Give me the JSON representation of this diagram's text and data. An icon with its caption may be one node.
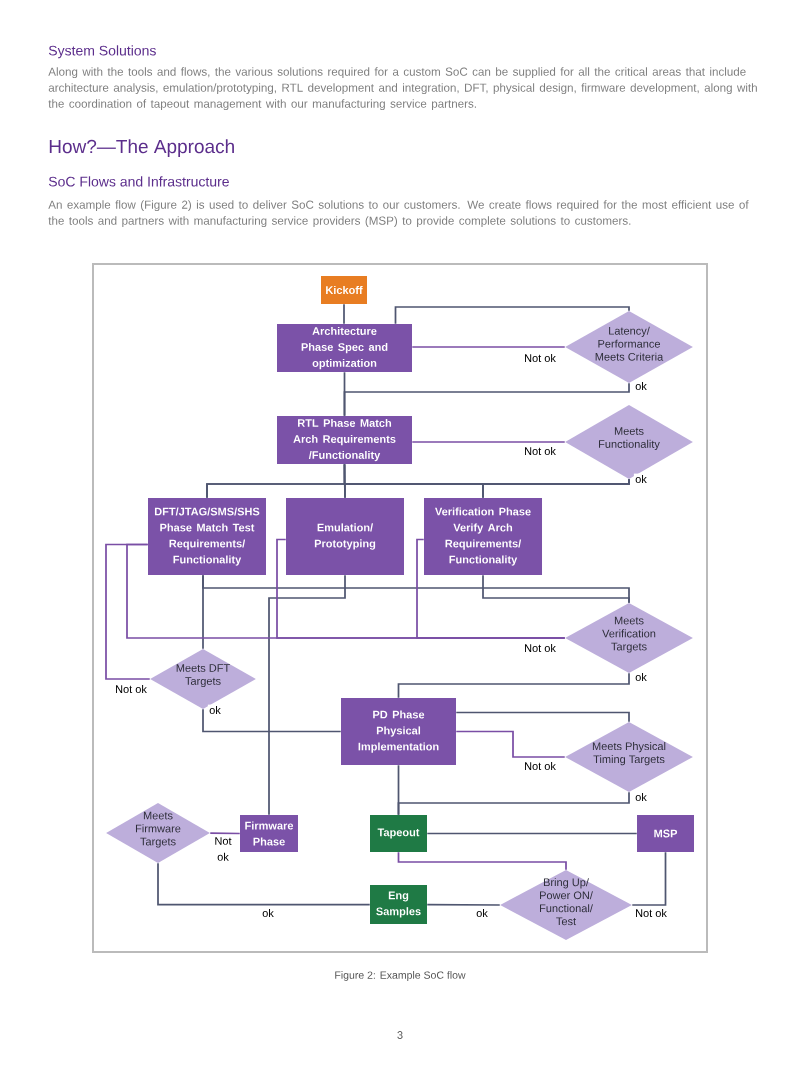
{
  "diagram": {
    "caption": "Figure 2: Example SoC flow",
    "nodes": [
      {
        "text": [
          "Kickoff"
        ]
      },
      {
        "text": [
          "Architecture Phase Spec and optimization"
        ]
      },
      {
        "text": [
          "Latency/ Performance Meets Criteria"
        ]
      },
      {
        "text": [
          "RTL Phase Match Arch Requirements /Functionality"
        ]
      },
      {
        "text": [
          "Meets Functionality"
        ]
      },
      {
        "text": [
          "DFT/JTAG/SMS/SHS Phase Match Test Requirements/ Functionality"
        ]
      },
      {
        "text": [
          "Emulation/ Prototyping"
        ]
      },
      {
        "text": [
          "Verification Phase Verify Arch Requirements/ Functionality"
        ]
      },
      {
        "text": [
          "Meets Verification Targets"
        ]
      },
      {
        "text": [
          "Meets DFT Targets"
        ]
      },
      {
        "text": [
          "PD Phase Physical Implementation"
        ]
      },
      {
        "text": [
          "Meets Physical Timing Targets"
        ]
      },
      {
        "text": [
          "Meets Firmware Targets"
        ]
      },
      {
        "text": [
          "Firmware Phase"
        ]
      },
      {
        "text": [
          "Tapeout"
        ]
      },
      {
        "text": [
          "MSP"
        ]
      },
      {
        "text": [
          "Eng Samples"
        ]
      },
      {
        "text": [
          "Bring Up/ Power ON/ Functional/ Test"
        ]
      }
    ],
    "edges": [
      {
        "from": 0,
        "to": 1,
        "arrow": "none"
      },
      {
        "from": 1,
        "to": 2,
        "arrow": "none"
      },
      {
        "from": 2,
        "to": 1,
        "arrow": "none",
        "label": "Not ok",
        "color": "#7a4ea5"
      },
      {
        "from": 2,
        "to": 3,
        "arrow": "none",
        "label": "ok"
      },
      {
        "from": 1,
        "to": 3,
        "arrow": "none"
      },
      {
        "from": 4,
        "to": 3,
        "arrow": "none",
        "label": "Not ok",
        "color": "#7a4ea5"
      },
      {
        "from": 3,
        "to": 5,
        "arrow": "none"
      },
      {
        "from": 3,
        "to": 6,
        "arrow": "none"
      },
      {
        "from": 3,
        "to": 7,
        "arrow": "none"
      },
      {
        "from": 4,
        "to": 5,
        "arrow": "none",
        "label": "ok"
      },
      {
        "from": 4,
        "to": 6,
        "arrow": "none"
      },
      {
        "from": 4,
        "to": 7,
        "arrow": "none"
      },
      {
        "from": 5,
        "to": 9,
        "arrow": "none"
      },
      {
        "from": 5,
        "to": 8,
        "arrow": "none"
      },
      {
        "from": 7,
        "to": 8,
        "arrow": "none"
      },
      {
        "from": 6,
        "to": 13,
        "arrow": "none"
      },
      {
        "from": 8,
        "to": 5,
        "arrow": "none",
        "label": "Not ok",
        "color": "#7a4ea5"
      },
      {
        "from": 8,
        "to": 6,
        "arrow": "none",
        "color": "#7a4ea5"
      },
      {
        "from": 8,
        "to": 7,
        "arrow": "none",
        "color": "#7a4ea5"
      },
      {
        "from": 9,
        "to": 5,
        "arrow": "none",
        "label": "Not ok",
        "color": "#7a4ea5"
      },
      {
        "from": 9,
        "to": 10,
        "arrow": "none",
        "label": "ok"
      },
      {
        "from": 8,
        "to": 10,
        "arrow": "none",
        "label": "ok"
      },
      {
        "from": 10,
        "to": 11,
        "arrow": "none"
      },
      {
        "from": 11,
        "to": 10,
        "arrow": "none",
        "label": "Not ok",
        "color": "#7a4ea5"
      },
      {
        "from": 10,
        "to": 14,
        "arrow": "none"
      },
      {
        "from": 11,
        "to": 14,
        "arrow": "none",
        "label": "ok"
      },
      {
        "from": 12,
        "to": 13,
        "arrow": "none",
        "label": "Not ok",
        "color": "#7a4ea5"
      },
      {
        "from": 12,
        "to": 16,
        "arrow": "none",
        "label": "ok"
      },
      {
        "from": 14,
        "to": 15,
        "arrow": "none"
      },
      {
        "from": 14,
        "to": 17,
        "arrow": "none",
        "color": "#7a4ea5"
      },
      {
        "from": 17,
        "to": 15,
        "arrow": "none",
        "label": "Not ok"
      },
      {
        "from": 17,
        "to": 16,
        "arrow": "none",
        "label": "ok"
      }
    ],
    "labels": [
      "System Solutions",
      "Along with the tools and flows, the various solutions required for a custom SoC can be supplied for all the critical areas that include architecture analysis, emulation/prototyping, RTL development and integration, DFT, physical design, firmware development, along with the coordination of tapeout management with our manufacturing service partners.",
      "How?—The Approach",
      "SoC Flows and Infrastructure",
      "An example flow (Figure 2) is used to deliver SoC solutions to our customers. We create flows required for the most efficient use of the tools and partners with manufacturing service providers (MSP) to provide complete solutions to customers.",
      "3"
    ]
  }
}
